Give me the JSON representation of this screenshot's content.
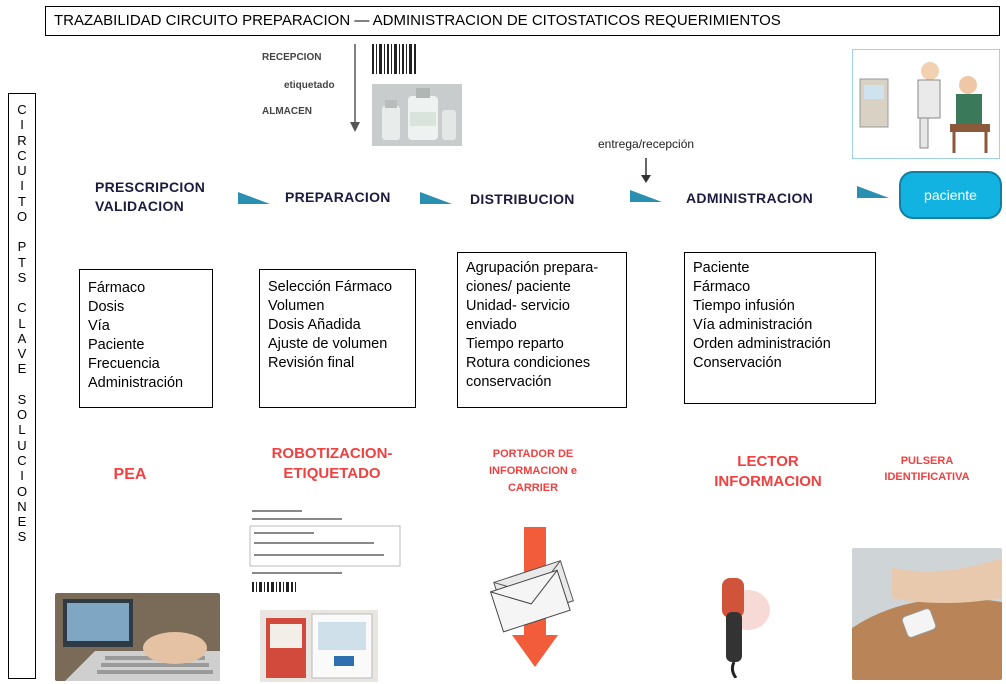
{
  "title": "TRAZABILIDAD CIRCUITO PREPARACION — ADMINISTRACION DE CITOSTATICOS REQUERIMIENTOS",
  "vertical_label": [
    "C",
    "I",
    "R",
    "C",
    "U",
    "I",
    "T",
    "O",
    "",
    "P",
    "T",
    "S",
    "",
    "C",
    "L",
    "A",
    "V",
    "E",
    "",
    "S",
    "O",
    "L",
    "U",
    "C",
    "I",
    "O",
    "N",
    "E",
    "S"
  ],
  "top_labels": {
    "recepcion": "RECEPCION",
    "etiquetado": "etiquetado",
    "almacen": "ALMACEN",
    "entrega": "entrega/recepción"
  },
  "stages": {
    "prescripcion": [
      "PRESCRIPCION",
      "VALIDACION"
    ],
    "preparacion": "PREPARACION",
    "distribucion": "DISTRIBUCION",
    "administracion": "ADMINISTRACION",
    "paciente": "paciente"
  },
  "boxes": {
    "prescripcion": [
      "Fármaco",
      "Dosis",
      "Vía",
      "Paciente",
      "Frecuencia",
      "Administración"
    ],
    "preparacion": [
      "Selección Fármaco",
      "Volumen",
      "Dosis Añadida",
      "Ajuste de volumen",
      "Revisión final"
    ],
    "distribucion": [
      "Agrupación prepara-",
      "ciones/ paciente",
      "Unidad- servicio",
      "enviado",
      "Tiempo reparto",
      "Rotura condiciones",
      "conservación"
    ],
    "administracion": [
      "Paciente",
      "Fármaco",
      "Tiempo infusión",
      "Vía administración",
      "Orden administración",
      "Conservación"
    ]
  },
  "solutions": {
    "pea": "PEA",
    "robot": [
      "ROBOTIZACION-",
      "ETIQUETADO"
    ],
    "portador": [
      "PORTADOR DE",
      "INFORMACION e",
      "CARRIER"
    ],
    "lector": [
      "LECTOR",
      "INFORMACION"
    ],
    "pulsera": [
      "PULSERA",
      "IDENTIFICATIVA"
    ]
  },
  "colors": {
    "arrow_triangle": "#2a8fb0",
    "paciente_fill": "#12b3e0",
    "solution_red": "#f04040",
    "down_arrow": "#f25c3a"
  }
}
